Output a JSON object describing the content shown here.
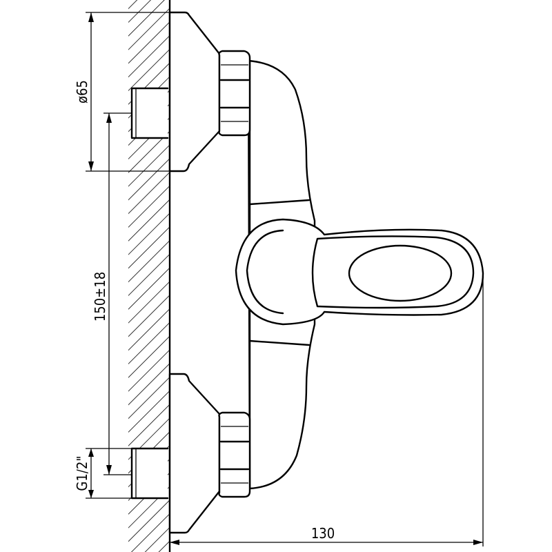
{
  "drawing": {
    "dimensions": {
      "diameter": "ø65",
      "spacing": "150±18",
      "thread": "G1/2\"",
      "projection": "130"
    },
    "colors": {
      "line": "#000000",
      "background": "#ffffff"
    }
  }
}
